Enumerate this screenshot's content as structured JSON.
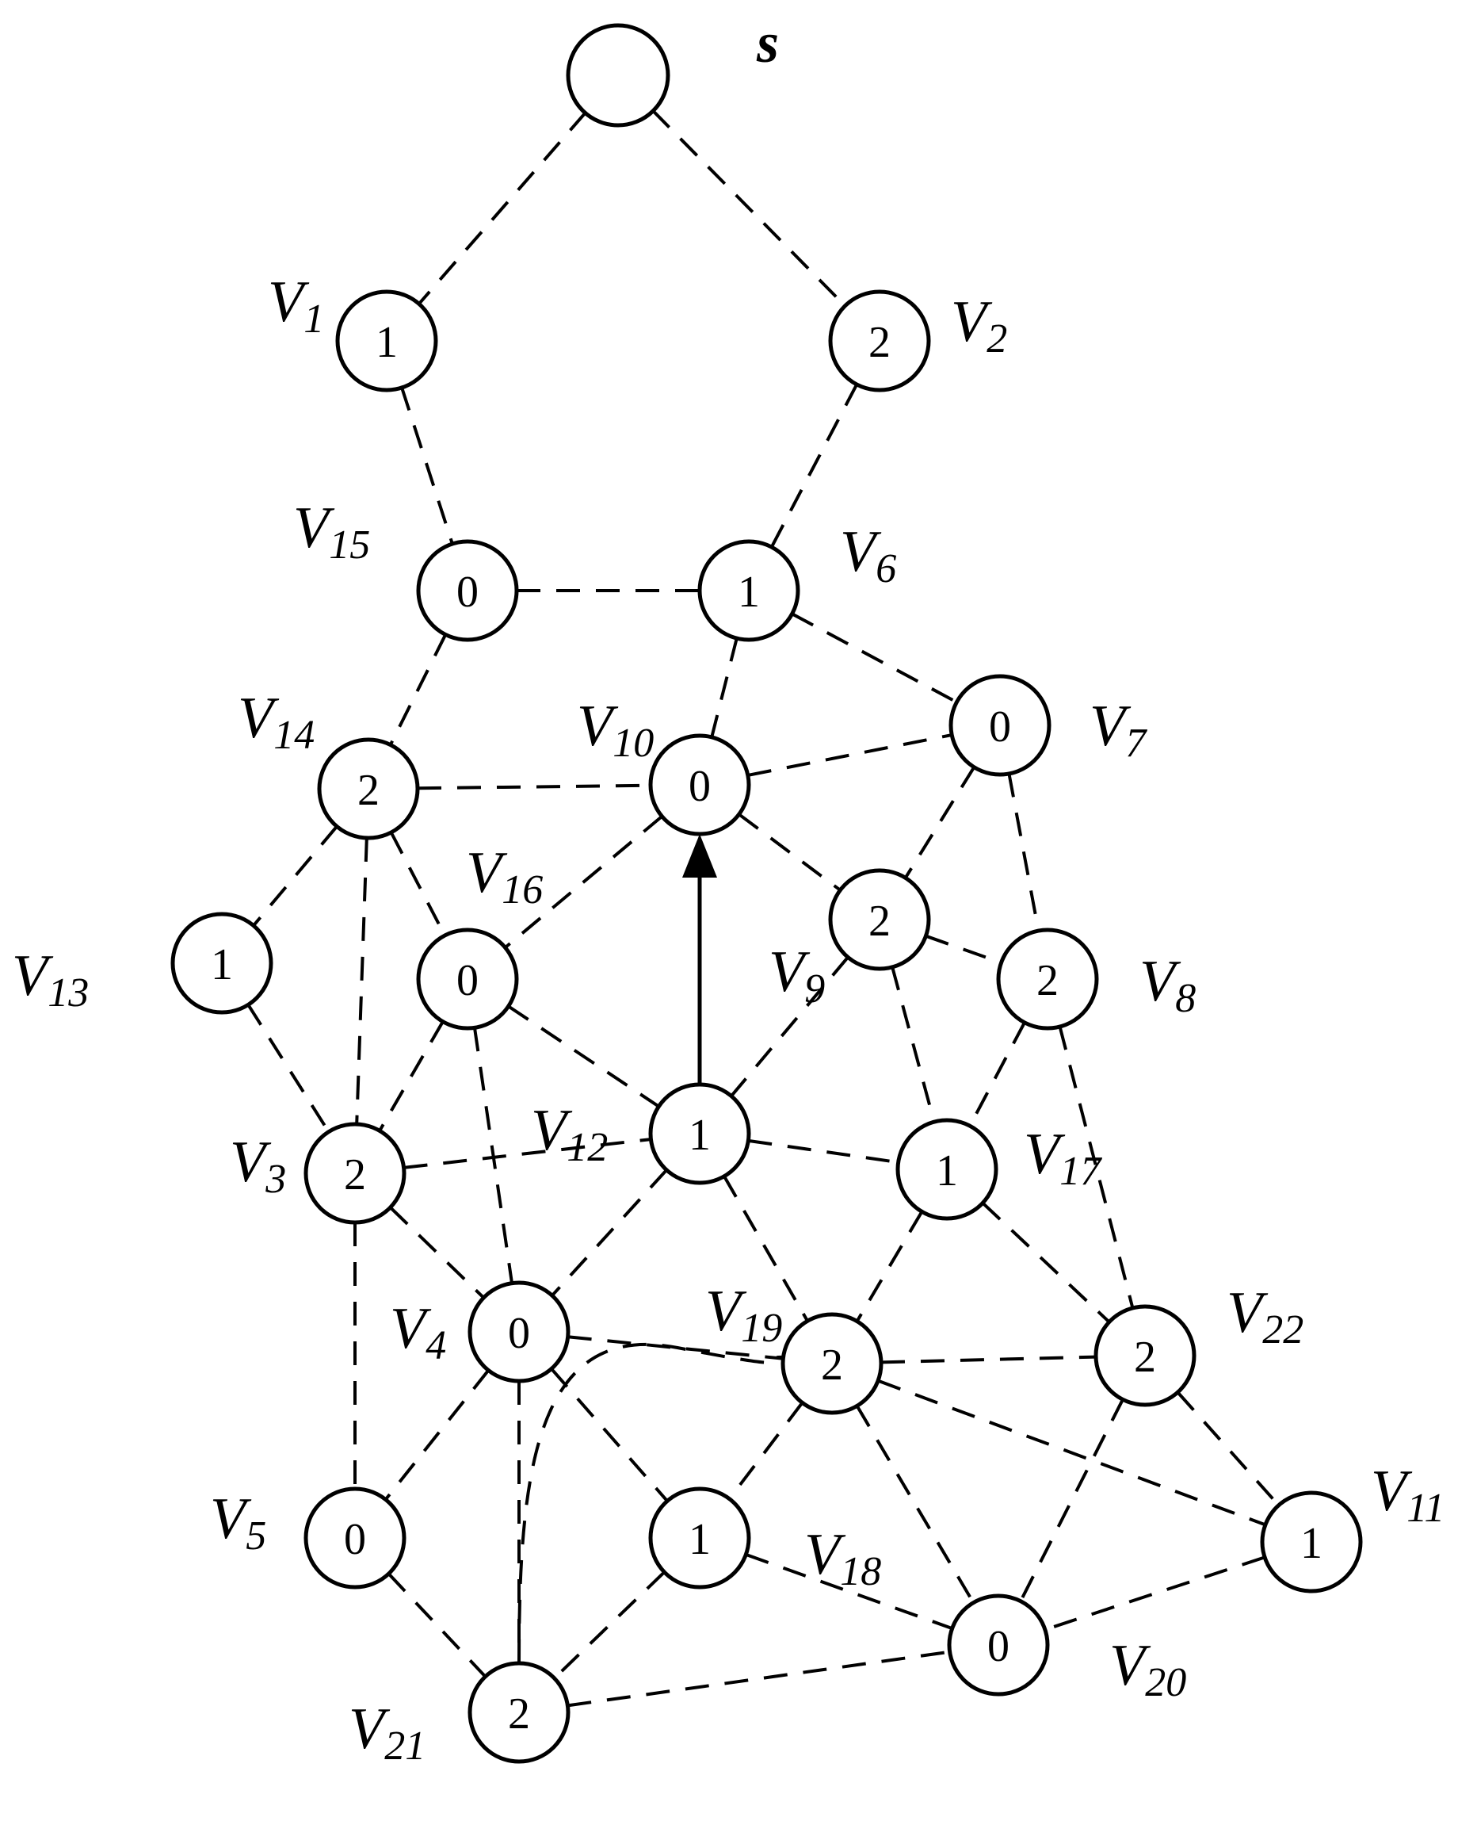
{
  "source": {
    "id": "s",
    "label": "s",
    "value": ""
  },
  "nodes": [
    {
      "id": "V1",
      "label": "V",
      "sub": "1",
      "value": "1"
    },
    {
      "id": "V2",
      "label": "V",
      "sub": "2",
      "value": "2"
    },
    {
      "id": "V3",
      "label": "V",
      "sub": "3",
      "value": "2"
    },
    {
      "id": "V4",
      "label": "V",
      "sub": "4",
      "value": "0"
    },
    {
      "id": "V5",
      "label": "V",
      "sub": "5",
      "value": "0"
    },
    {
      "id": "V6",
      "label": "V",
      "sub": "6",
      "value": "1"
    },
    {
      "id": "V7",
      "label": "V",
      "sub": "7",
      "value": "0"
    },
    {
      "id": "V8",
      "label": "V",
      "sub": "8",
      "value": "2"
    },
    {
      "id": "V9",
      "label": "V",
      "sub": "9",
      "value": "2"
    },
    {
      "id": "V10",
      "label": "V",
      "sub": "10",
      "value": "0"
    },
    {
      "id": "V11",
      "label": "V",
      "sub": "11",
      "value": "1"
    },
    {
      "id": "V12",
      "label": "V",
      "sub": "12",
      "value": "1"
    },
    {
      "id": "V13",
      "label": "V",
      "sub": "13",
      "value": "1"
    },
    {
      "id": "V14",
      "label": "V",
      "sub": "14",
      "value": "2"
    },
    {
      "id": "V15",
      "label": "V",
      "sub": "15",
      "value": "0"
    },
    {
      "id": "V16",
      "label": "V",
      "sub": "16",
      "value": "0"
    },
    {
      "id": "V17",
      "label": "V",
      "sub": "17",
      "value": "1"
    },
    {
      "id": "V18",
      "label": "V",
      "sub": "18",
      "value": "1"
    },
    {
      "id": "V19",
      "label": "V",
      "sub": "19",
      "value": "2"
    },
    {
      "id": "V20",
      "label": "V",
      "sub": "20",
      "value": "0"
    },
    {
      "id": "V21",
      "label": "V",
      "sub": "21",
      "value": "2"
    },
    {
      "id": "V22",
      "label": "V",
      "sub": "22",
      "value": "2"
    }
  ],
  "edges": [
    [
      "s",
      "V1"
    ],
    [
      "s",
      "V2"
    ],
    [
      "V1",
      "V15"
    ],
    [
      "V2",
      "V6"
    ],
    [
      "V15",
      "V6"
    ],
    [
      "V15",
      "V14"
    ],
    [
      "V6",
      "V10"
    ],
    [
      "V6",
      "V7"
    ],
    [
      "V14",
      "V10"
    ],
    [
      "V10",
      "V7"
    ],
    [
      "V14",
      "V13"
    ],
    [
      "V14",
      "V16"
    ],
    [
      "V14",
      "V3"
    ],
    [
      "V10",
      "V16"
    ],
    [
      "V10",
      "V9"
    ],
    [
      "V7",
      "V9"
    ],
    [
      "V7",
      "V8"
    ],
    [
      "V9",
      "V8"
    ],
    [
      "V13",
      "V3"
    ],
    [
      "V16",
      "V3"
    ],
    [
      "V16",
      "V12"
    ],
    [
      "V16",
      "V4"
    ],
    [
      "V9",
      "V12"
    ],
    [
      "V9",
      "V17"
    ],
    [
      "V8",
      "V17"
    ],
    [
      "V8",
      "V22"
    ],
    [
      "V3",
      "V12"
    ],
    [
      "V3",
      "V4"
    ],
    [
      "V3",
      "V5"
    ],
    [
      "V12",
      "V17"
    ],
    [
      "V12",
      "V4"
    ],
    [
      "V12",
      "V19"
    ],
    [
      "V17",
      "V19"
    ],
    [
      "V17",
      "V22"
    ],
    [
      "V4",
      "V19"
    ],
    [
      "V4",
      "V5"
    ],
    [
      "V4",
      "V18"
    ],
    [
      "V4",
      "V21"
    ],
    [
      "V19",
      "V22"
    ],
    [
      "V19",
      "V18"
    ],
    [
      "V19",
      "V11"
    ],
    [
      "V19",
      "V20"
    ],
    [
      "V22",
      "V11"
    ],
    [
      "V22",
      "V20"
    ],
    [
      "V5",
      "V21"
    ],
    [
      "V18",
      "V21"
    ],
    [
      "V18",
      "V20"
    ],
    [
      "V11",
      "V20"
    ],
    [
      "V21",
      "V20"
    ]
  ],
  "curved_edges": [
    [
      "V21",
      "V19"
    ]
  ],
  "directed_edges": [
    [
      "V12",
      "V10"
    ]
  ]
}
